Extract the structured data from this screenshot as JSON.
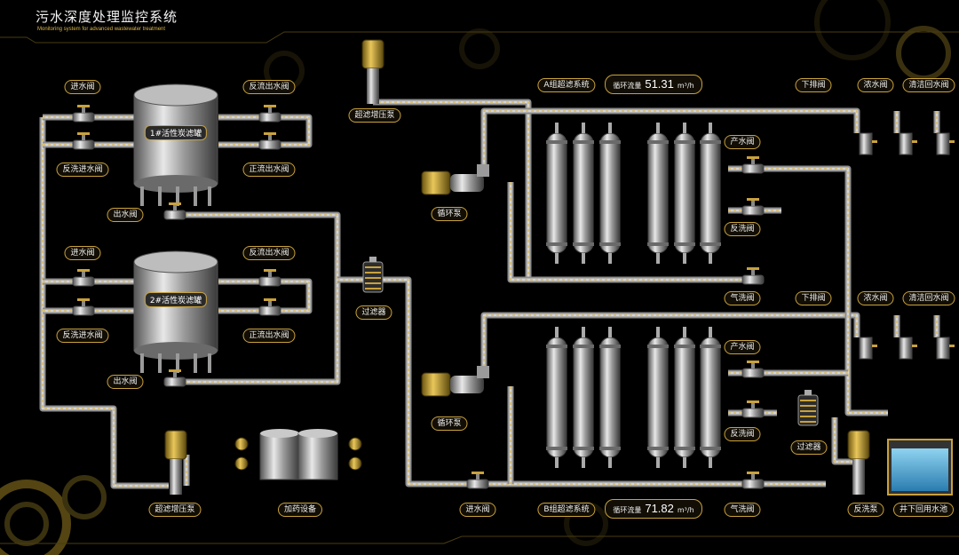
{
  "header": {
    "title": "污水深度处理监控系统",
    "subtitle": "Monitoring system for advanced wastewater treatment"
  },
  "carbon_filters": {
    "tank1": {
      "name": "1#活性炭滤罐",
      "inlet_valve": "进水阀",
      "backflush_outlet_valve": "反流出水阀",
      "backwash_inlet_valve": "反洗进水阀",
      "forward_outlet_valve": "正流出水阀",
      "outlet_valve": "出水阀"
    },
    "tank2": {
      "name": "2#活性炭滤罐",
      "inlet_valve": "进水阀",
      "backflush_outlet_valve": "反流出水阀",
      "backwash_inlet_valve": "反洗进水阀",
      "forward_outlet_valve": "正流出水阀",
      "outlet_valve": "出水阀"
    }
  },
  "pumps": {
    "uf_booster_top": "超滤增压泵",
    "uf_booster_bottom": "超滤增压泵",
    "circulation_a": "循环泵",
    "circulation_b": "循环泵",
    "backwash": "反洗泵"
  },
  "filter_mid": "过滤器",
  "filter_right": "过滤器",
  "dosing": "加药设备",
  "inlet_valve_bottom": "进水阀",
  "group_a": {
    "name": "A组超滤系统",
    "flow_label": "循环流量",
    "flow_value": "51.31",
    "flow_unit": "m³/h",
    "product_valve": "产水阀",
    "backflush_valve": "反洗阀",
    "airwash_valve": "气洗阀",
    "drain_valve": "下排阀",
    "concentrate_valve": "浓水阀",
    "clean_return_valve": "清洁回水阀"
  },
  "group_b": {
    "name": "B组超滤系统",
    "flow_label": "循环流量",
    "flow_value": "71.82",
    "flow_unit": "m³/h",
    "product_valve": "产水阀",
    "backflush_valve": "反洗阀",
    "airwash_valve": "气洗阀",
    "drain_valve": "下排阀",
    "concentrate_valve": "浓水阀",
    "clean_return_valve": "清洁回水阀"
  },
  "well_tank": "井下回用水池",
  "colors": {
    "accent": "#c9a23c",
    "pipe": "#b9b9b9",
    "background": "#000000"
  }
}
